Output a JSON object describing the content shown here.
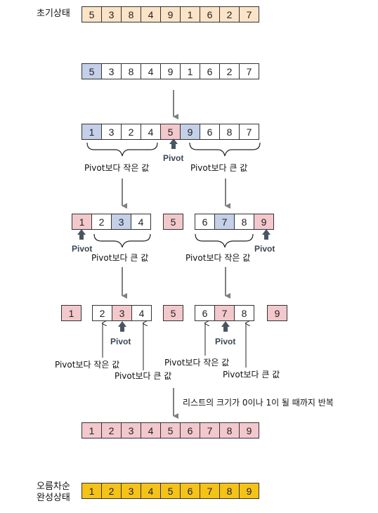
{
  "colors": {
    "initial": "#fbe3c7",
    "blue": "#c3d0e8",
    "pink": "#f3c8cc",
    "white": "#ffffff",
    "final": "#f5c218",
    "arrow": "#7f7f7f",
    "pivot_arrow": "#495560"
  },
  "icons": {
    "flow_arrow": "down-arrow-icon",
    "pivot_marker": "up-arrow-icon",
    "group_bracket": "curly-brace-icon"
  },
  "initial": {
    "label": "초기상태",
    "values": [
      "5",
      "3",
      "8",
      "4",
      "9",
      "1",
      "6",
      "2",
      "7"
    ],
    "fills": [
      "initial",
      "initial",
      "initial",
      "initial",
      "initial",
      "initial",
      "initial",
      "initial",
      "initial"
    ]
  },
  "step1": {
    "values": [
      "5",
      "3",
      "8",
      "4",
      "9",
      "1",
      "6",
      "2",
      "7"
    ],
    "fills": [
      "blue",
      "white",
      "white",
      "white",
      "white",
      "white",
      "white",
      "white",
      "white"
    ]
  },
  "step2": {
    "values": [
      "1",
      "3",
      "2",
      "4",
      "5",
      "9",
      "6",
      "8",
      "7"
    ],
    "fills": [
      "blue",
      "white",
      "white",
      "white",
      "pink",
      "blue",
      "white",
      "white",
      "white"
    ],
    "pivot_label": "Pivot",
    "left_label": "Pivot보다 작은 값",
    "right_label": "Pivot보다 큰 값"
  },
  "step3": {
    "left": {
      "values": [
        "1",
        "2",
        "3",
        "4"
      ],
      "fills": [
        "pink",
        "white",
        "blue",
        "white"
      ]
    },
    "middle": {
      "values": [
        "5"
      ],
      "fills": [
        "pink"
      ]
    },
    "right": {
      "values": [
        "6",
        "7",
        "8",
        "9"
      ],
      "fills": [
        "white",
        "blue",
        "white",
        "pink"
      ]
    },
    "left_pivot_label": "Pivot",
    "right_pivot_label": "Pivot",
    "left_label": "Pivot보다 큰 값",
    "right_label": "Pivot보다 작은 값"
  },
  "step4": {
    "a": {
      "values": [
        "1"
      ],
      "fills": [
        "pink"
      ]
    },
    "b": {
      "values": [
        "2",
        "3",
        "4"
      ],
      "fills": [
        "white",
        "pink",
        "white"
      ]
    },
    "c": {
      "values": [
        "5"
      ],
      "fills": [
        "pink"
      ]
    },
    "d": {
      "values": [
        "6",
        "7",
        "8"
      ],
      "fills": [
        "white",
        "pink",
        "white"
      ]
    },
    "e": {
      "values": [
        "9"
      ],
      "fills": [
        "pink"
      ]
    },
    "left_pivot_label": "Pivot",
    "right_pivot_label": "Pivot",
    "left_small_label": "Pivot보다 작은 값",
    "left_big_label": "Pivot보다 큰 값",
    "right_small_label": "Pivot보다 작은 값",
    "right_big_label": "Pivot보다 큰 값"
  },
  "repeat_note": "리스트의 크기가 0이나 1이 될 때까지 반복",
  "step5": {
    "values": [
      "1",
      "2",
      "3",
      "4",
      "5",
      "6",
      "7",
      "8",
      "9"
    ],
    "fills": [
      "pink",
      "pink",
      "pink",
      "pink",
      "pink",
      "pink",
      "pink",
      "pink",
      "pink"
    ]
  },
  "final": {
    "label_line1": "오름차순",
    "label_line2": "완성상태",
    "values": [
      "1",
      "2",
      "3",
      "4",
      "5",
      "6",
      "7",
      "8",
      "9"
    ],
    "fills": [
      "final",
      "final",
      "final",
      "final",
      "final",
      "final",
      "final",
      "final",
      "final"
    ]
  }
}
